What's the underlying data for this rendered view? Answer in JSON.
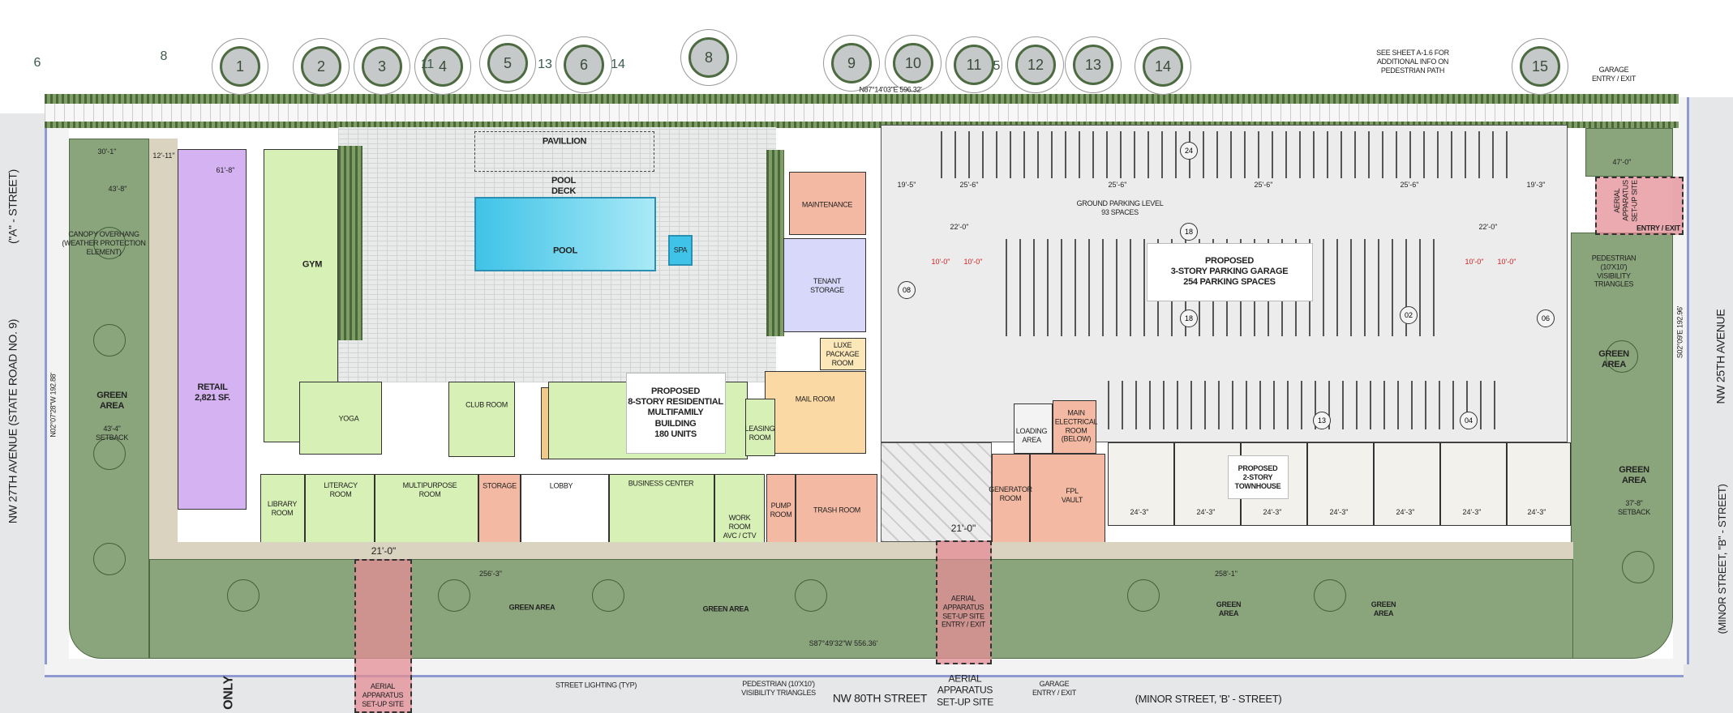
{
  "trees": [
    {
      "number": "1"
    },
    {
      "number": "2"
    },
    {
      "number": "3"
    },
    {
      "number": "4"
    },
    {
      "number": "5"
    },
    {
      "number": "6"
    },
    {
      "number": "8"
    },
    {
      "number": "9"
    },
    {
      "number": "10"
    },
    {
      "number": "11"
    },
    {
      "number": "12"
    },
    {
      "number": "13"
    },
    {
      "number": "14"
    },
    {
      "number": "15"
    }
  ],
  "stray_tree_labels": [
    "6",
    "8",
    "11",
    "13",
    "14",
    "5"
  ],
  "streets": {
    "west": "NW 27TH AVENUE (STATE ROAD NO. 9)",
    "west_alt": "(\"A\" - STREET)",
    "south": "NW 80TH STREET",
    "south_alt": "(MINOR STREET, 'B' - STREET)",
    "east": "NW 25TH AVENUE",
    "east_alt": "(MINOR STREET, \"B\" - STREET)",
    "pavement_marking": "ONLY"
  },
  "bearings": {
    "north": "N87°14'03\"E 596.32'",
    "south": "S87°49'32\"W 556.36'",
    "west": "N02°07'28\"W 192.88'",
    "east": "S02°09'E 192.96'"
  },
  "notes": {
    "pedestrian_path": "SEE SHEET A-1.6 FOR\nADDITIONAL INFO ON\nPEDESTRIAN PATH",
    "garage_entry_north": "GARAGE\nENTRY / EXIT",
    "garage_entry_south": "GARAGE\nENTRY / EXIT",
    "canopy": "CANOPY OVERHANG\n(WEATHER PROTECTION\nELEMENT)",
    "street_lighting": "STREET LIGHTING (TYP)",
    "ped_triangles_south": "PEDESTRIAN (10'X10')\nVISIBILITY TRIANGLES",
    "ped_triangles_east": "PEDESTRIAN\n(10'X10')\nVISIBILITY\nTRIANGLES"
  },
  "rooms": {
    "retail": "RETAIL\n2,821 SF.",
    "gym": "GYM",
    "pavilion": "PAVILLION",
    "pool_deck": "POOL\nDECK",
    "pool": "POOL",
    "spa": "SPA",
    "maintenance": "MAINTENANCE",
    "tenant_storage": "TENANT\nSTORAGE",
    "luxe_package": "LUXE\nPACKAGE\nROOM",
    "mail_room": "MAIL ROOM",
    "yoga": "YOGA",
    "club_room": "CLUB ROOM",
    "leasing_room": "LEASING\nROOM",
    "library_room": "LIBRARY\nROOM",
    "literacy_room": "LITERACY\nROOM",
    "multipurpose_room": "MULTIPURPOSE\nROOM",
    "storage": "STORAGE",
    "lobby": "LOBBY",
    "business_center": "BUSINESS CENTER",
    "work_room": "WORK\nROOM\nAVC / CTV",
    "pump_room": "PUMP\nROOM",
    "trash_room": "TRASH ROOM",
    "loading_area": "LOADING\nAREA",
    "main_electrical": "MAIN\nELECTRICAL\nROOM\n(BELOW)",
    "generator_room": "GENERATOR\nROOM",
    "fpl_vault": "FPL\nVAULT"
  },
  "buildings": {
    "residential": "PROPOSED\n8-STORY RESIDENTIAL\nMULTIFAMILY\nBUILDING\n180 UNITS",
    "garage": "PROPOSED\n3-STORY PARKING GARAGE\n254 PARKING SPACES",
    "ground_level": "GROUND PARKING LEVEL\n93 SPACES",
    "townhouse": "PROPOSED\n2-STORY\nTOWNHOUSE"
  },
  "parking_counts": [
    "24",
    "18",
    "18",
    "08",
    "02",
    "06",
    "13",
    "04"
  ],
  "green_areas": {
    "west": "GREEN\nAREA",
    "west_setback": "43'-4\"\nSETBACK",
    "east_1": "GREEN\nAREA",
    "east_2": "GREEN\nAREA",
    "east_setback": "37'-8\"\nSETBACK",
    "south_1": "GREEN AREA",
    "south_2": "GREEN AREA",
    "south_3": "GREEN\nAREA",
    "south_4": "GREEN\nAREA"
  },
  "aerial": {
    "southwest": "AERIAL\nAPPARATUS\nSET-UP SITE",
    "south": "AERIAL\nAPPARATUS\nSET-UP SITE\nENTRY / EXIT",
    "south_street": "AERIAL\nAPPARATUS\nSET-UP SITE",
    "east": "AERIAL\nAPPARATUS\nSET-UP SITE",
    "east_entry": "ENTRY / EXIT"
  },
  "dimensions": {
    "aerial_width_sw": "21'-0\"",
    "aerial_width_s": "21'-0\"",
    "retail_width": "61'-8\"",
    "west_1": "30'-1\"",
    "west_2": "12'-11\"",
    "west_3": "43'-8\"",
    "south_run_1": "256'-3\"",
    "south_run_2": "258'-1\"",
    "drive_1": "19'-5\"",
    "drive_2": "25'-6\"",
    "drive_3": "22'-0\"",
    "drive_4": "19'-3\"",
    "east_dim": "47'-0\"",
    "townhouse_unit": "24'-3\"",
    "red_dims": [
      "10'-0\"",
      "10'-0\"",
      "10'-0\"",
      "10'-0\""
    ]
  },
  "colors": {
    "green_area": "#8aa57c",
    "retail": "#d5b2f2",
    "amenity": "#d7f0b5",
    "service": "#f4b9a3",
    "storage": "#d8d8fb",
    "pool": "#5fd0ec",
    "aerial_site": "#e48c96",
    "dimension_red": "#d02020"
  }
}
